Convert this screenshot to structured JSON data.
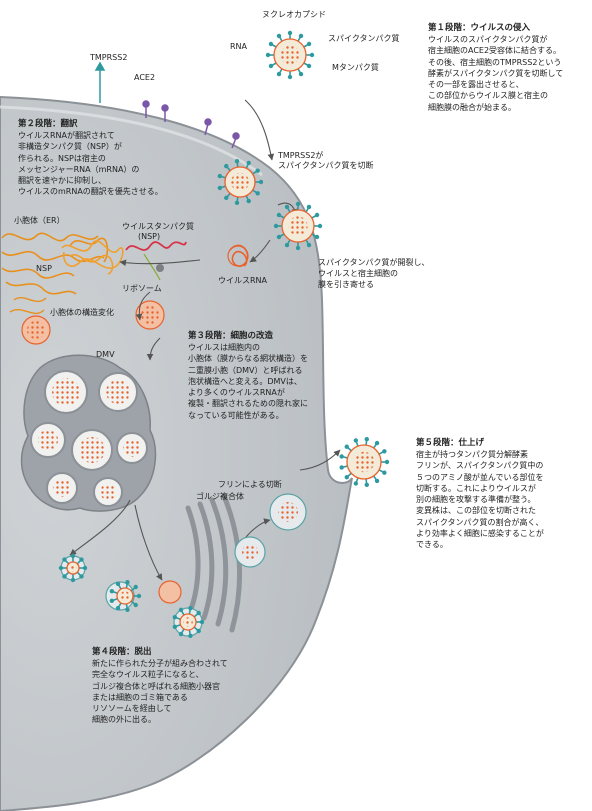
{
  "labels": {
    "nucleocapsid": "ヌクレオカプシド",
    "rna": "RNA",
    "spike": "スパイクタンパク質",
    "m_protein": "Mタンパク質",
    "tmprss2": "TMPRSS2",
    "ace2": "ACE2",
    "tmprss2_cut": [
      "TMPRSS2が",
      "スパイクタンパク質を切断"
    ],
    "fusion": [
      "スパイクタンパク質が開裂し、",
      "ウイルスと宿主細胞の",
      "膜を引き寄せる"
    ],
    "er": "小胞体（ER）",
    "viral_protein": [
      "ウイルスタンパク質",
      "(NSP)"
    ],
    "nsp": "NSP",
    "ribosome": "リボソーム",
    "viral_rna": "ウイルスRNA",
    "er_change": "小胞体の構造変化",
    "dmv": "DMV",
    "furin_cut": "フリンによる切断",
    "golgi": "ゴルジ複合体"
  },
  "steps": [
    {
      "title": "第１段階：ウイルスの侵入",
      "lines": [
        "ウイルスのスパイクタンパク質が",
        "宿主細胞のACE2受容体に結合する。",
        "その後、宿主細胞のTMPRSS2という",
        "酵素がスパイクタンパク質を切断して",
        "その一部を露出させると、",
        "この部位からウイルス膜と宿主の",
        "細胞膜の融合が始まる。"
      ]
    },
    {
      "title": "第２段階：翻訳",
      "lines": [
        "ウイルスRNAが翻訳されて",
        "非構造タンパク質（NSP）が",
        "作られる。NSPは宿主の",
        "メッセンジャーRNA（mRNA）の",
        "翻訳を速やかに抑制し、",
        "ウイルスのmRNAの翻訳を優先させる。"
      ]
    },
    {
      "title": "第３段階：細胞の改造",
      "lines": [
        "ウイルスは細胞内の",
        "小胞体（膜からなる網状構造）を",
        "二重膜小胞（DMV）と呼ばれる",
        "泡状構造へと変える。DMVは、",
        "より多くのウイルスRNAが",
        "複製・翻訳されるための隠れ家に",
        "なっている可能性がある。"
      ]
    },
    {
      "title": "第４段階：脱出",
      "lines": [
        "新たに作られた分子が組み合わされて",
        "完全なウイルス粒子になると、",
        "ゴルジ複合体と呼ばれる細胞小器官",
        "または細胞のゴミ箱である",
        "リソソームを経由して",
        "細胞の外に出る。"
      ]
    },
    {
      "title": "第５段階：仕上げ",
      "lines": [
        "宿主が持つタンパク質分解酵素",
        "フリンが、スパイクタンパク質中の",
        "５つのアミノ酸が並んでいる部位を",
        "切断する。これによりウイルスが",
        "別の細胞を攻撃する準備が整う。",
        "変異株は、この部位を切断された",
        "スパイクタンパク質の割合が高く、",
        "より効率よく細胞に感染することが",
        "できる。"
      ]
    }
  ]
}
